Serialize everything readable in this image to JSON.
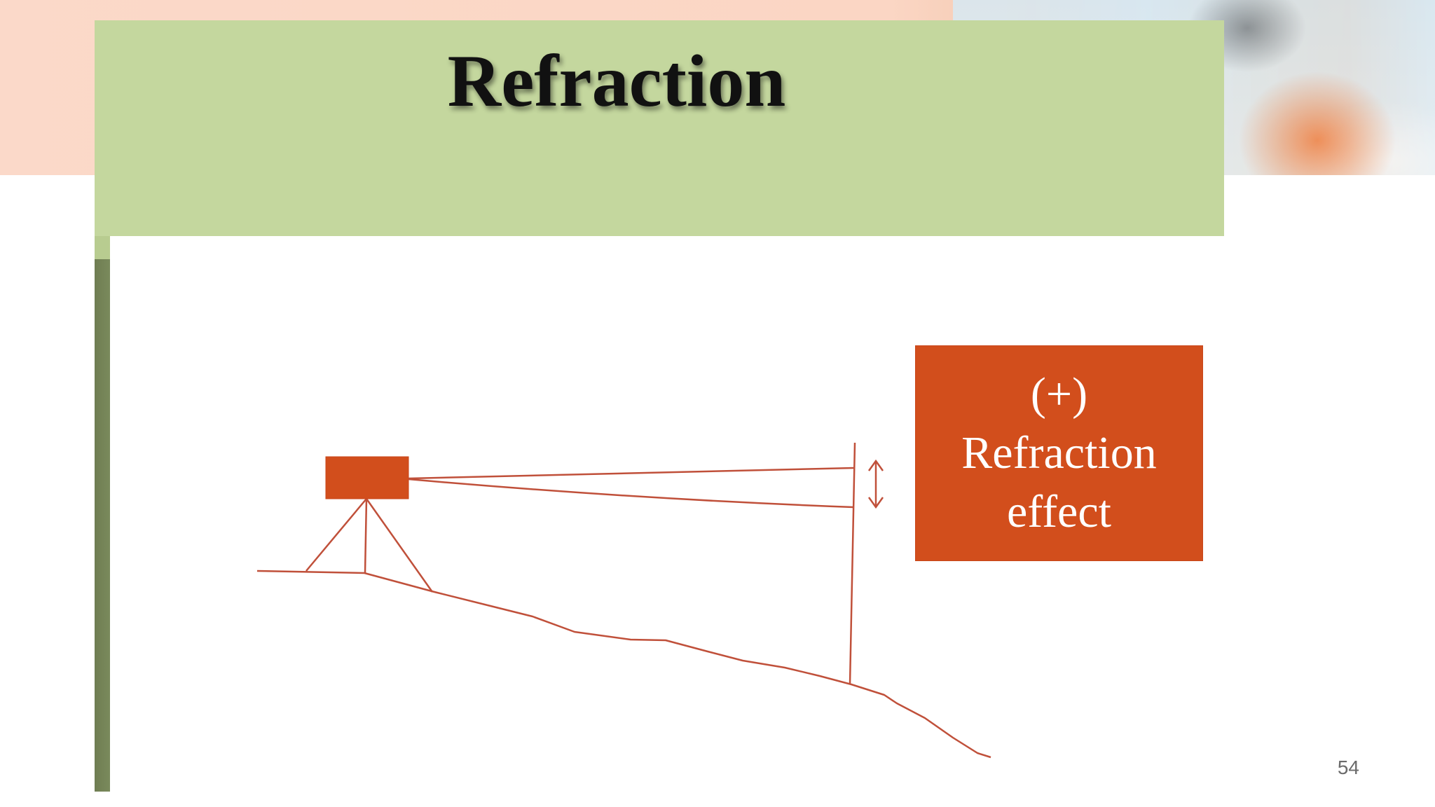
{
  "slide": {
    "title": "Refraction",
    "page_number": "54"
  },
  "diagram": {
    "effect_box": {
      "line1": "(+)",
      "line2": "Refraction",
      "line3": "effect"
    },
    "icons": [
      "level-instrument-icon",
      "tripod-icon",
      "double-arrow-icon"
    ]
  },
  "colors": {
    "title_band": "#c4d79e",
    "side_bar": "#76855a",
    "accent": "#d24e1c",
    "line": "#c0503a"
  }
}
